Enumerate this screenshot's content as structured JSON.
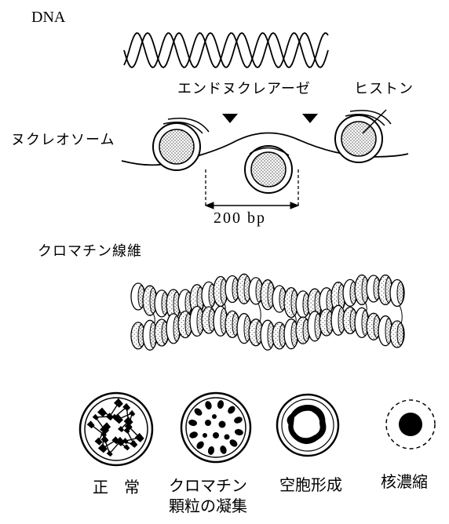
{
  "figure": {
    "dna_label": "DNA",
    "endonuclease_label": "エンドヌクレアーゼ",
    "histone_label": "ヒストン",
    "nucleosome_label": "ヌクレオソーム",
    "spacing_label": "200 bp",
    "chromatin_fiber_label": "クロマチン線維",
    "nuclei": [
      {
        "label": "正　常",
        "icon": "normal-nucleus-icon"
      },
      {
        "label": "クロマチン\n顆粒の凝集",
        "icon": "chromatin-aggregation-icon"
      },
      {
        "label": "空胞形成",
        "icon": "vacuolization-icon"
      },
      {
        "label": "核濃縮",
        "icon": "pyknosis-icon"
      }
    ]
  },
  "colors": {
    "ink": "#000000",
    "stipple": "#8a8a8a",
    "paper": "#ffffff"
  }
}
